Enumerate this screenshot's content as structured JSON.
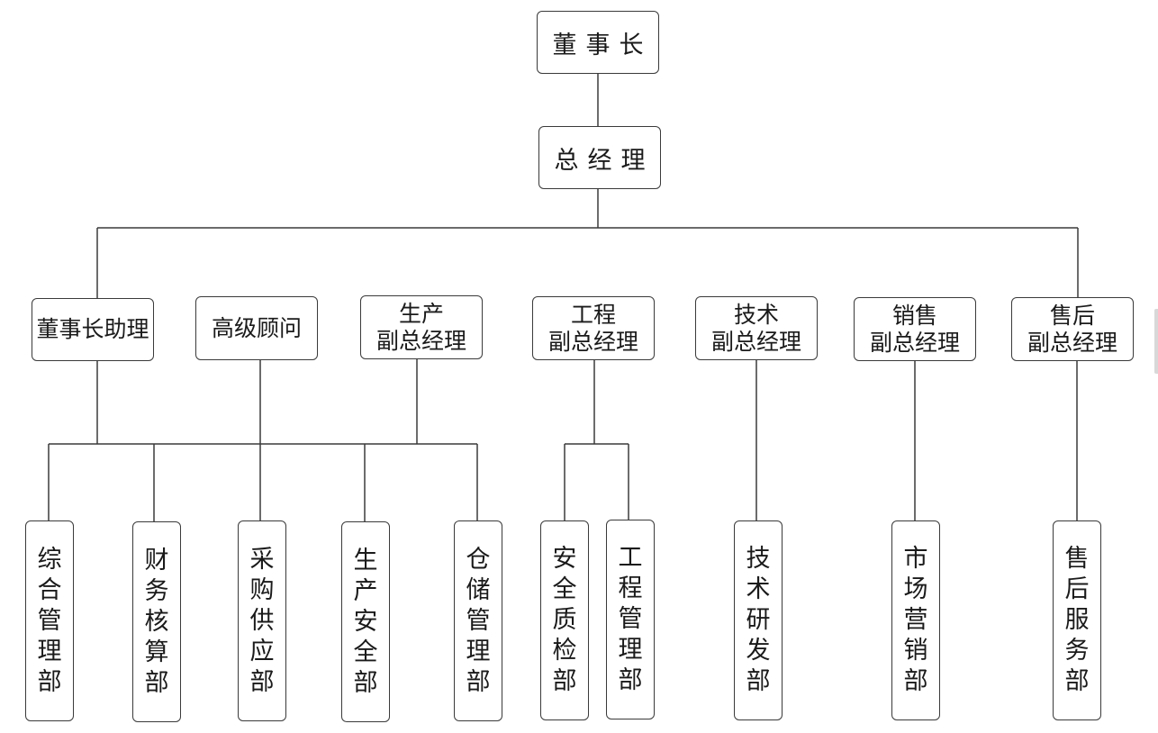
{
  "chairman": "董事长",
  "ceo": "总经理",
  "managers": [
    {
      "id": "m1",
      "lines": [
        "董事长助理"
      ]
    },
    {
      "id": "m2",
      "lines": [
        "高级顾问"
      ]
    },
    {
      "id": "m3",
      "lines": [
        "生产",
        "副总经理"
      ]
    },
    {
      "id": "m4",
      "lines": [
        "工程",
        "副总经理"
      ]
    },
    {
      "id": "m5",
      "lines": [
        "技术",
        "副总经理"
      ]
    },
    {
      "id": "m6",
      "lines": [
        "销售",
        "副总经理"
      ]
    },
    {
      "id": "m7",
      "lines": [
        "售后",
        "副总经理"
      ]
    }
  ],
  "departments": [
    {
      "id": "d1",
      "label": "综合管理部"
    },
    {
      "id": "d2",
      "label": "财务核算部"
    },
    {
      "id": "d3",
      "label": "采购供应部"
    },
    {
      "id": "d4",
      "label": "生产安全部"
    },
    {
      "id": "d5",
      "label": "仓储管理部"
    },
    {
      "id": "d6",
      "label": "安全质检部"
    },
    {
      "id": "d7",
      "label": "工程管理部"
    },
    {
      "id": "d8",
      "label": "技术研发部"
    },
    {
      "id": "d9",
      "label": "市场营销部"
    },
    {
      "id": "d10",
      "label": "售后服务部"
    }
  ],
  "colors": {
    "line": "#3a3a3a",
    "border": "#3a3a3a",
    "text": "#1a1a1a"
  }
}
